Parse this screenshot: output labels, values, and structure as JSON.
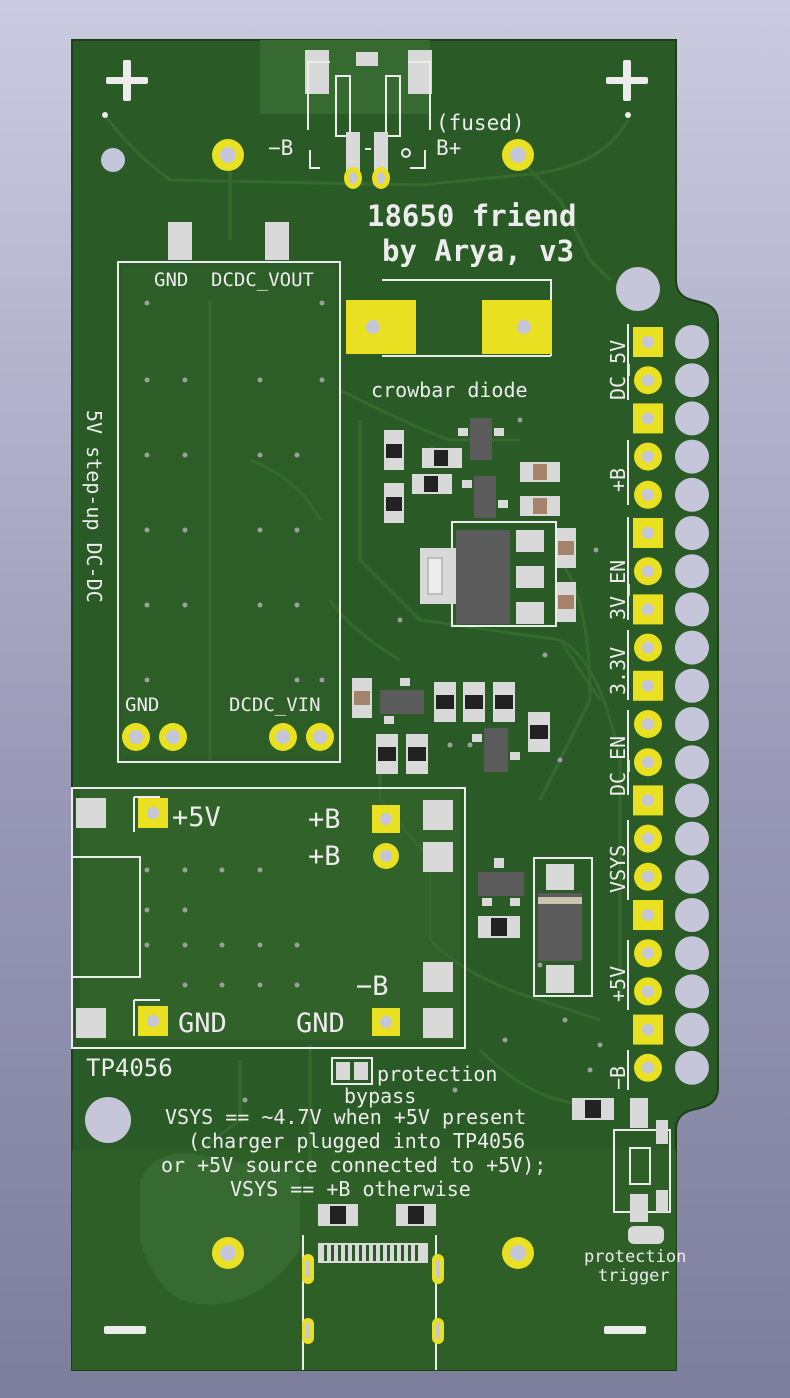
{
  "board": {
    "title_line1": "18650 friend",
    "title_line2": "by Arya, v3",
    "battery_holder": {
      "neg_label": "−B",
      "pos_label": "B+",
      "fused_label": "(fused)"
    },
    "plus_marks": [
      "+",
      "+"
    ],
    "minus_marks": [
      "−",
      "−"
    ],
    "crowbar_label": "crowbar diode",
    "dcdc": {
      "side_label": "5V step-up DC-DC",
      "gnd_top": "GND",
      "vout_label": "DCDC_VOUT",
      "gnd_bottom": "GND",
      "vin_label": "DCDC_VIN"
    },
    "charger": {
      "name": "TP4056",
      "plus5v_label": "+5V",
      "plusb_label_1": "+B",
      "plusb_label_2": "+B",
      "minusb_label": "−B",
      "gnd_left": "GND",
      "gnd_right": "GND"
    },
    "header_labels": [
      "DC_5V",
      "+B",
      "3V_EN",
      "3.3V",
      "DC_EN",
      "VSYS",
      "+5V",
      "−B"
    ],
    "protection_label": "protection",
    "bypass_label": "bypass",
    "note_lines": [
      "VSYS == ~4.7V when +5V present",
      "(charger plugged into TP4056",
      "or +5V source connected to +5V);",
      "VSYS == +B otherwise"
    ],
    "trigger_line1": "protection",
    "trigger_line2": "trigger"
  },
  "colors": {
    "board_green": "#2a5a25",
    "copper_green": "#376a30",
    "silkscreen": "#ececec",
    "pad_gold": "#e8e020",
    "pad_hole": "#c5c6da",
    "smd_pad": "#d9d9d9"
  }
}
